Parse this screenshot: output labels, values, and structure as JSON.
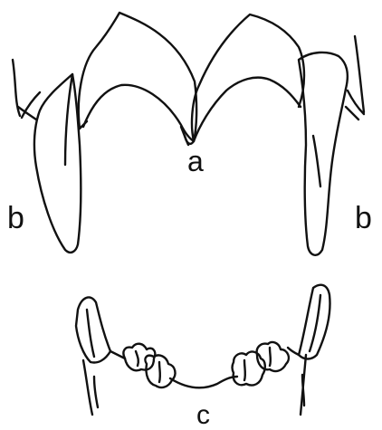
{
  "labels": {
    "upper_incisors": "a",
    "left_canine": "b",
    "right_canine": "b",
    "lower_jaw": "c"
  }
}
